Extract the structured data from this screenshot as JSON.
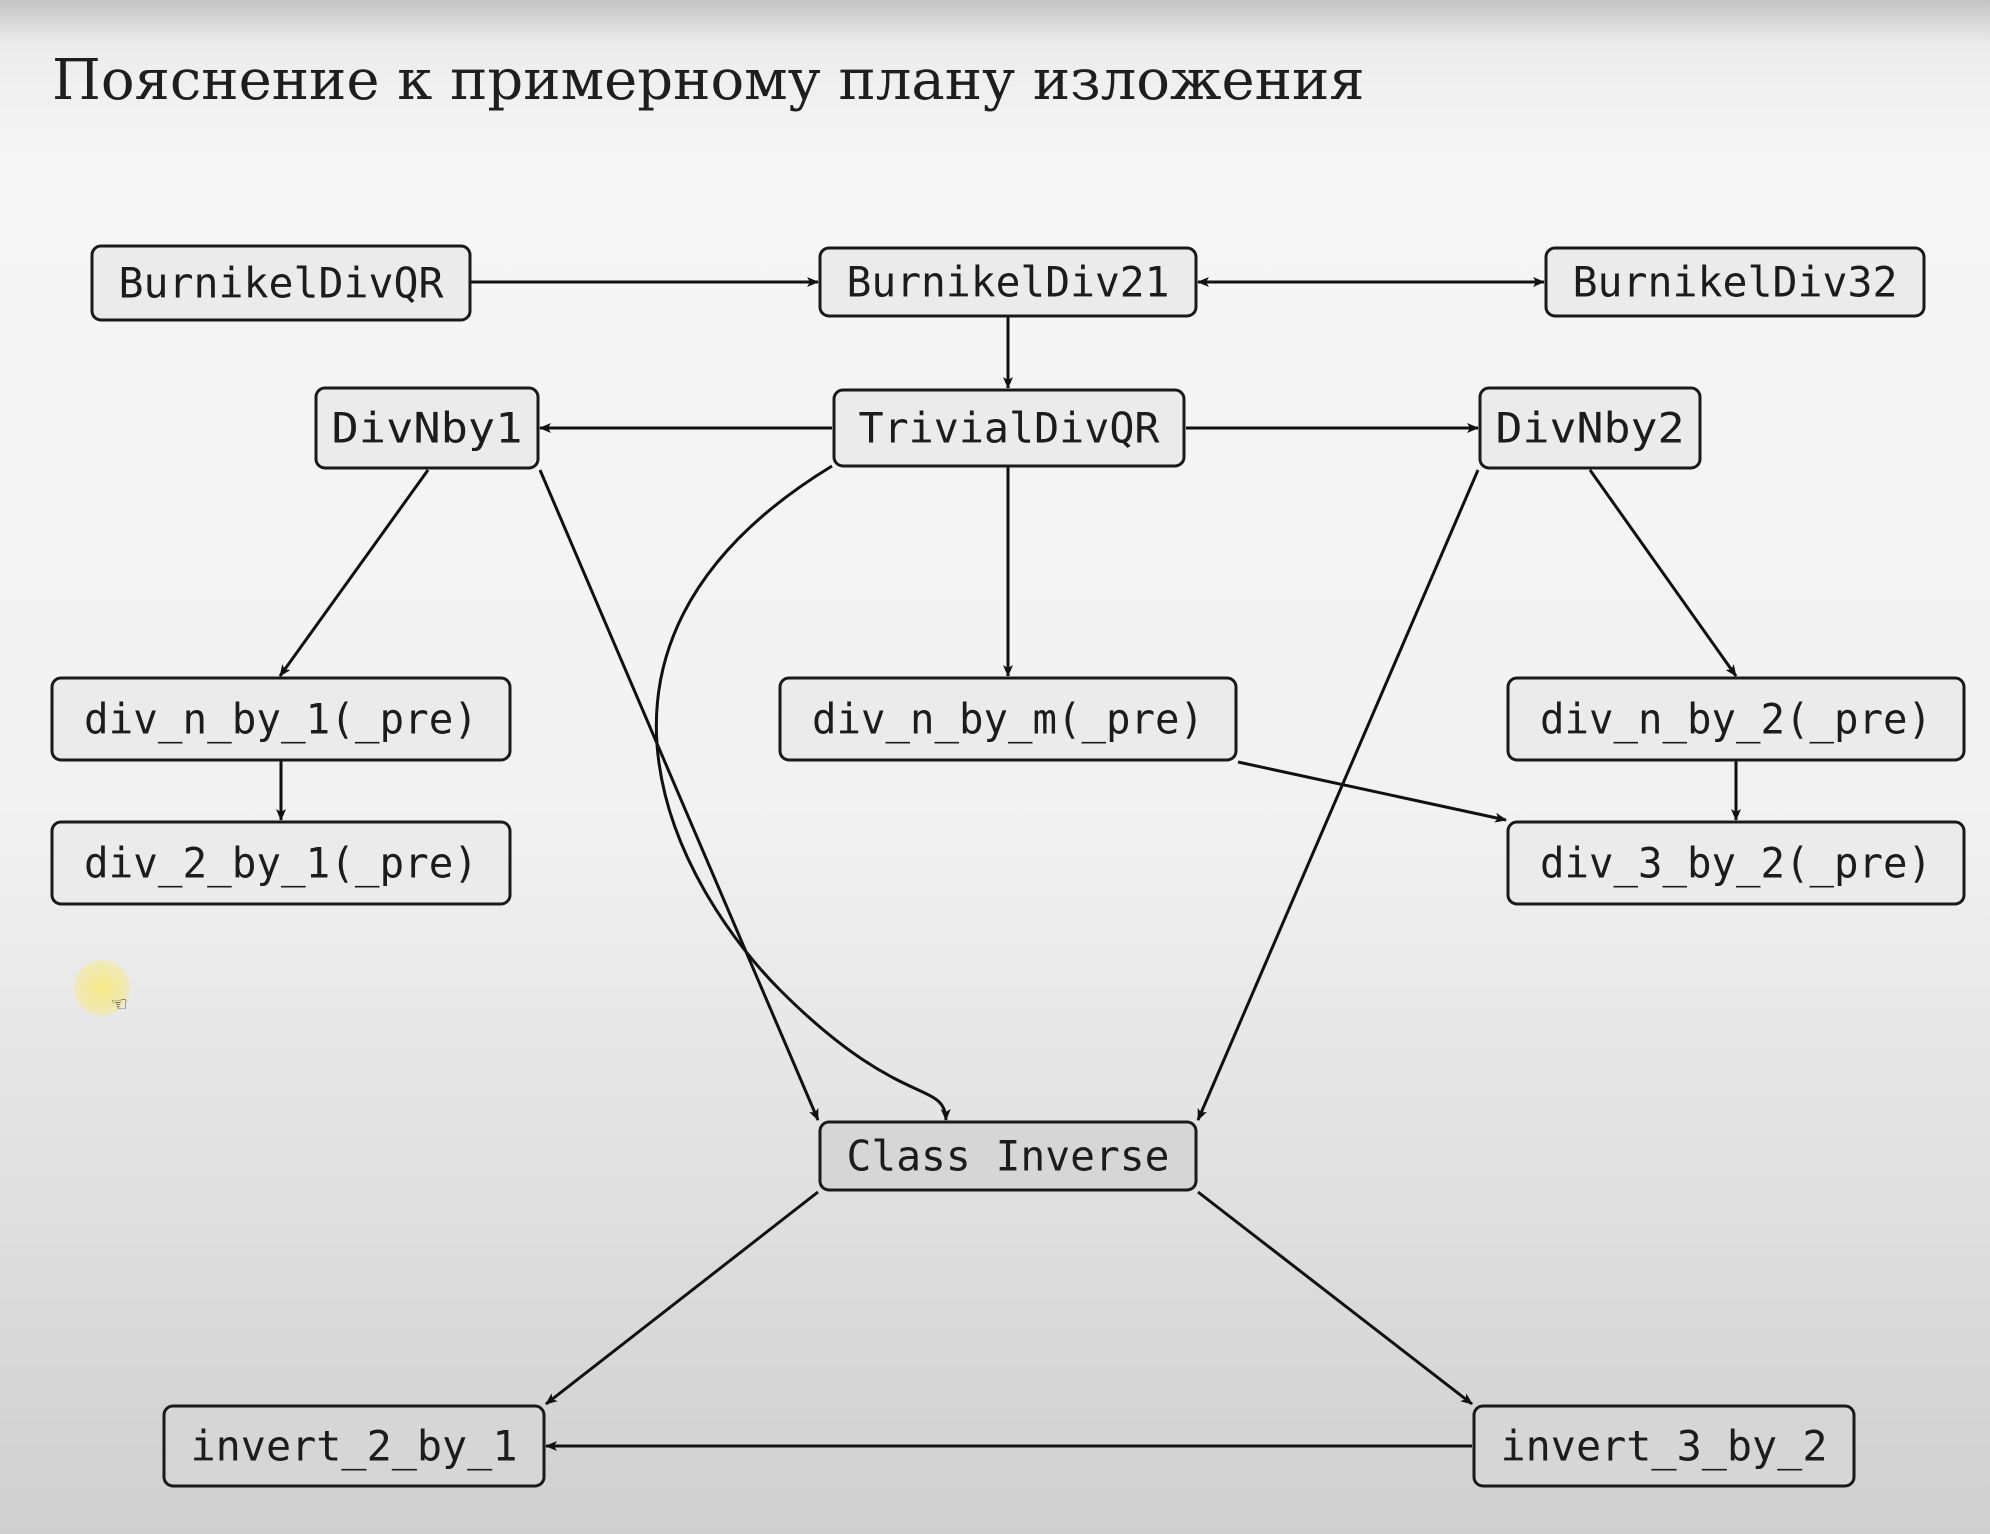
{
  "slide": {
    "title": "Пояснение к примерному плану изложения"
  },
  "nodes": [
    {
      "id": "burnikel_div_qr",
      "label": "BurnikelDivQR"
    },
    {
      "id": "burnikel_div21",
      "label": "BurnikelDiv21"
    },
    {
      "id": "burnikel_div32",
      "label": "BurnikelDiv32"
    },
    {
      "id": "div_nby1",
      "label": "DivNby1"
    },
    {
      "id": "trivial_div_qr",
      "label": "TrivialDivQR"
    },
    {
      "id": "div_nby2",
      "label": "DivNby2"
    },
    {
      "id": "div_n_by_1_pre",
      "label": "div_n_by_1(_pre)"
    },
    {
      "id": "div_n_by_m_pre",
      "label": "div_n_by_m(_pre)"
    },
    {
      "id": "div_n_by_2_pre",
      "label": "div_n_by_2(_pre)"
    },
    {
      "id": "div_2_by_1_pre",
      "label": "div_2_by_1(_pre)"
    },
    {
      "id": "div_3_by_2_pre",
      "label": "div_3_by_2(_pre)"
    },
    {
      "id": "class_inverse",
      "label": "Class Inverse"
    },
    {
      "id": "invert_2_by_1",
      "label": "invert_2_by_1"
    },
    {
      "id": "invert_3_by_2",
      "label": "invert_3_by_2"
    }
  ],
  "edges": [
    {
      "from": "burnikel_div_qr",
      "to": "burnikel_div21"
    },
    {
      "from": "burnikel_div21",
      "to": "burnikel_div32",
      "bidirectional": true
    },
    {
      "from": "burnikel_div21",
      "to": "trivial_div_qr"
    },
    {
      "from": "trivial_div_qr",
      "to": "div_nby1"
    },
    {
      "from": "trivial_div_qr",
      "to": "div_nby2"
    },
    {
      "from": "trivial_div_qr",
      "to": "div_n_by_m_pre"
    },
    {
      "from": "trivial_div_qr",
      "to": "class_inverse"
    },
    {
      "from": "div_nby1",
      "to": "div_n_by_1_pre"
    },
    {
      "from": "div_nby1",
      "to": "class_inverse"
    },
    {
      "from": "div_nby2",
      "to": "div_n_by_2_pre"
    },
    {
      "from": "div_nby2",
      "to": "class_inverse"
    },
    {
      "from": "div_n_by_1_pre",
      "to": "div_2_by_1_pre"
    },
    {
      "from": "div_n_by_2_pre",
      "to": "div_3_by_2_pre"
    },
    {
      "from": "div_n_by_m_pre",
      "to": "div_3_by_2_pre"
    },
    {
      "from": "class_inverse",
      "to": "invert_2_by_1"
    },
    {
      "from": "class_inverse",
      "to": "invert_3_by_2"
    },
    {
      "from": "invert_3_by_2",
      "to": "invert_2_by_1"
    }
  ]
}
